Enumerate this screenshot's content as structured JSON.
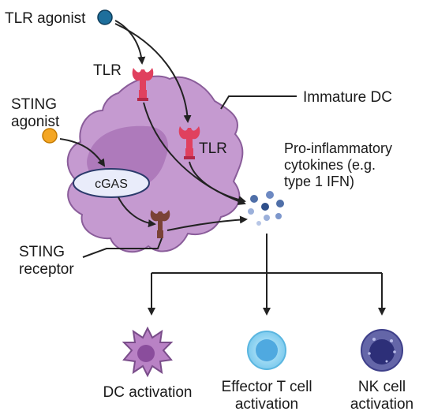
{
  "labels": {
    "tlr_agonist": "TLR agonist",
    "tlr_top": "TLR",
    "tlr_right": "TLR",
    "sting_agonist_1": "STING",
    "sting_agonist_2": "agonist",
    "immature_dc": "Immature DC",
    "cgas": "cGAS",
    "cytokines_1": "Pro-inflammatory",
    "cytokines_2": "cytokines (e.g.",
    "cytokines_3": "type 1 IFN)",
    "sting_receptor_1": "STING",
    "sting_receptor_2": "receptor",
    "dc_activation": "DC activation",
    "effector_1": "Effector T cell",
    "effector_2": "activation",
    "nk_1": "NK cell",
    "nk_2": "activation"
  },
  "colors": {
    "dc_body": "#c59ad0",
    "dc_outline": "#7a4d8a",
    "nucleus": "#a56fb4",
    "tlr": "#e0405e",
    "tlr_agonist": "#1e6f9c",
    "sting_agonist": "#f4a623",
    "sting_receptor": "#7a4236",
    "cgas_fill": "#e9ecfa",
    "cytokine": "#4f6fa8",
    "t_cell": "#8fd3f1",
    "nk_cell": "#3e3f8a"
  }
}
